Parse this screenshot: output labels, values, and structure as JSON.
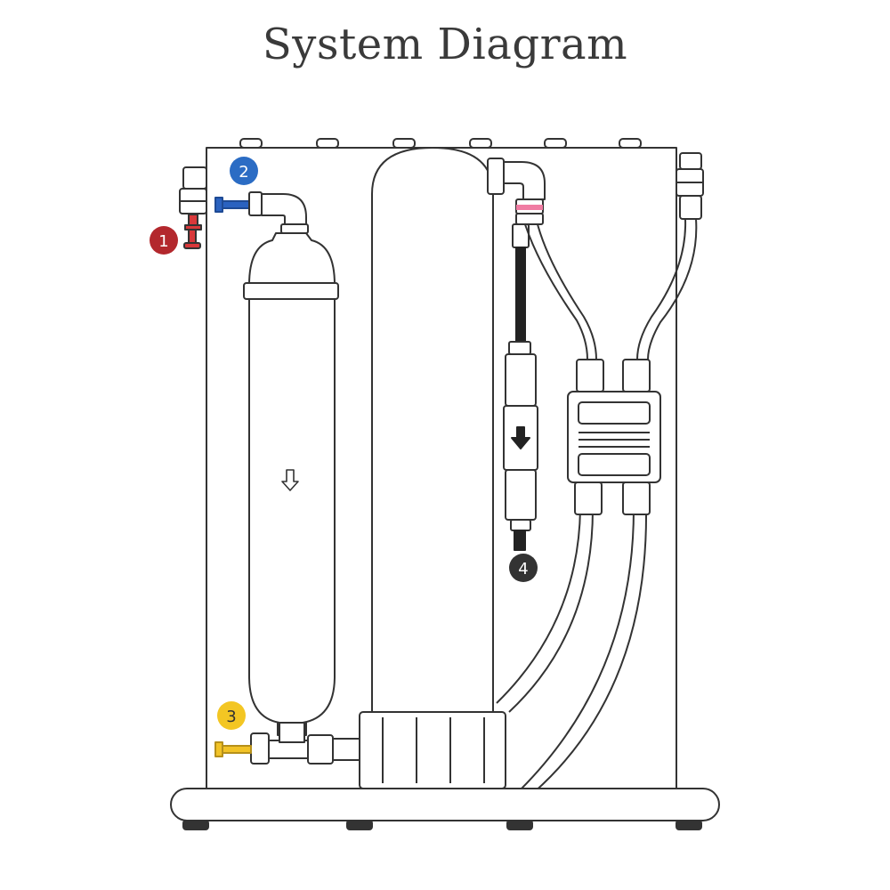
{
  "title": "System Diagram",
  "markers": [
    {
      "id": "1",
      "label": "1",
      "color": "#b3282d",
      "text_color": "#ffffff"
    },
    {
      "id": "2",
      "label": "2",
      "color": "#2b6cc4",
      "text_color": "#ffffff"
    },
    {
      "id": "3",
      "label": "3",
      "color": "#f3c623",
      "text_color": "#333333"
    },
    {
      "id": "4",
      "label": "4",
      "color": "#333333",
      "text_color": "#ffffff"
    }
  ],
  "colors": {
    "line": "#333333",
    "body_fill": "#ffffff",
    "valve_red": "#d9383a",
    "valve_blue": "#2a62c0",
    "valve_yellow": "#f2c327",
    "pink_ring": "#f07ca3",
    "black_tube": "#222222"
  },
  "icons": [
    "down-arrow-outline-icon",
    "down-arrow-solid-icon"
  ]
}
